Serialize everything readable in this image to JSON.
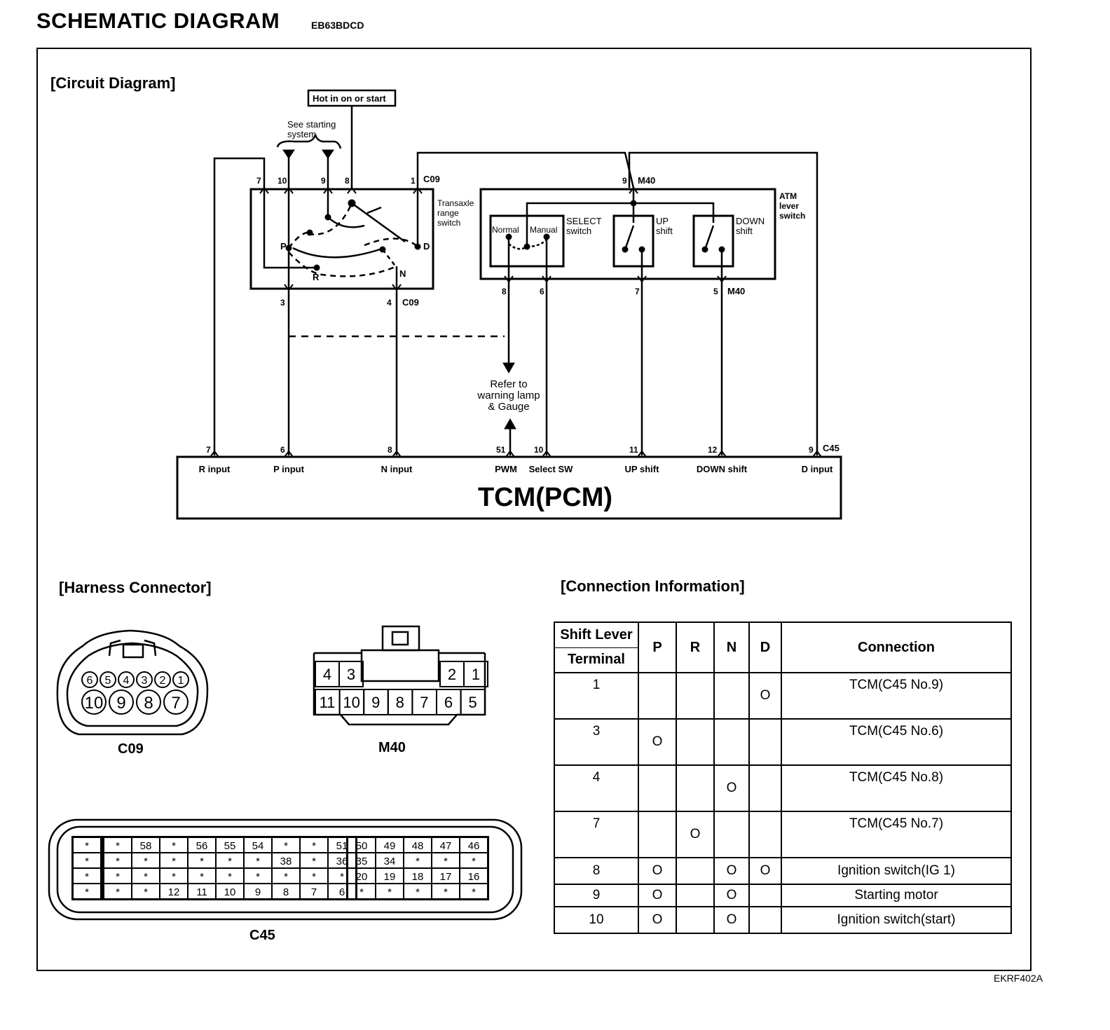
{
  "header": {
    "title": "SCHEMATIC DIAGRAM",
    "code": "EB63BDCD"
  },
  "figure_code": "EKRF402A",
  "sections": {
    "circuit": "[Circuit Diagram]",
    "harness": "[Harness Connector]",
    "connection": "[Connection Information]"
  },
  "circuit": {
    "power_label": "Hot in on or start",
    "starting_note": [
      "See starting",
      "system"
    ],
    "tr_switch_label": [
      "Transaxle",
      "range",
      "switch"
    ],
    "atm_switch_label": [
      "ATM",
      "lever",
      "switch"
    ],
    "select_switch": {
      "label": [
        "SELECT",
        "switch"
      ],
      "normal": "Normal",
      "manual": "Manual"
    },
    "up_shift_label": [
      "UP",
      "shift"
    ],
    "down_shift_label": [
      "DOWN",
      "shift"
    ],
    "refer_note": [
      "Refer to",
      "warning lamp",
      "& Gauge"
    ],
    "positions": {
      "p": "P",
      "r": "R",
      "n": "N",
      "d": "D"
    },
    "connectors": {
      "c09": "C09",
      "m40": "M40",
      "c45": "C45"
    },
    "c09_top_pins": [
      "7",
      "10",
      "9",
      "8",
      "1"
    ],
    "c09_bottom_pins": [
      "3",
      "4"
    ],
    "m40_top_pin": "9",
    "m40_bottom_pins": [
      "8",
      "6",
      "7",
      "5"
    ],
    "tcm": {
      "name": "TCM(PCM)",
      "pins": [
        "7",
        "6",
        "8",
        "51",
        "10",
        "11",
        "12",
        "9"
      ],
      "inputs": [
        "R input",
        "P input",
        "N input",
        "PWM",
        "Select SW",
        "UP shift",
        "DOWN shift",
        "D input"
      ]
    }
  },
  "harness": {
    "c09": {
      "name": "C09",
      "top_row": [
        "6",
        "5",
        "4",
        "3",
        "2",
        "1"
      ],
      "bottom_row": [
        "10",
        "9",
        "8",
        "7"
      ]
    },
    "m40": {
      "name": "M40",
      "top_left": [
        "4",
        "3"
      ],
      "top_right": [
        "2",
        "1"
      ],
      "bottom_row": [
        "11",
        "10",
        "9",
        "8",
        "7",
        "6",
        "5"
      ]
    },
    "c45": {
      "name": "C45",
      "rows": [
        [
          "*",
          "*",
          "58",
          "*",
          "56",
          "55",
          "54",
          "*",
          "*",
          "51",
          "50",
          "49",
          "48",
          "47",
          "46"
        ],
        [
          "*",
          "*",
          "*",
          "*",
          "*",
          "*",
          "*",
          "38",
          "*",
          "36",
          "35",
          "34",
          "*",
          "*",
          "*"
        ],
        [
          "*",
          "*",
          "*",
          "*",
          "*",
          "*",
          "*",
          "*",
          "*",
          "*",
          "20",
          "19",
          "18",
          "17",
          "16"
        ],
        [
          "*",
          "*",
          "*",
          "12",
          "11",
          "10",
          "9",
          "8",
          "7",
          "6",
          "*",
          "*",
          "*",
          "*",
          "*"
        ]
      ]
    }
  },
  "connection_table": {
    "header_shift": "Shift Lever",
    "header_terminal": "Terminal",
    "header_p": "P",
    "header_r": "R",
    "header_n": "N",
    "header_d": "D",
    "header_connection": "Connection",
    "rows": [
      {
        "terminal": "1",
        "p": "",
        "r": "",
        "n": "",
        "d": "O",
        "connection": "TCM(C45 No.9)"
      },
      {
        "terminal": "3",
        "p": "O",
        "r": "",
        "n": "",
        "d": "",
        "connection": "TCM(C45 No.6)"
      },
      {
        "terminal": "4",
        "p": "",
        "r": "",
        "n": "O",
        "d": "",
        "connection": "TCM(C45 No.8)"
      },
      {
        "terminal": "7",
        "p": "",
        "r": "O",
        "n": "",
        "d": "",
        "connection": "TCM(C45 No.7)"
      },
      {
        "terminal": "8",
        "p": "O",
        "r": "",
        "n": "O",
        "d": "O",
        "connection": "Ignition switch(IG 1)"
      },
      {
        "terminal": "9",
        "p": "O",
        "r": "",
        "n": "O",
        "d": "",
        "connection": "Starting motor"
      },
      {
        "terminal": "10",
        "p": "O",
        "r": "",
        "n": "O",
        "d": "",
        "connection": "Ignition switch(start)"
      }
    ]
  }
}
